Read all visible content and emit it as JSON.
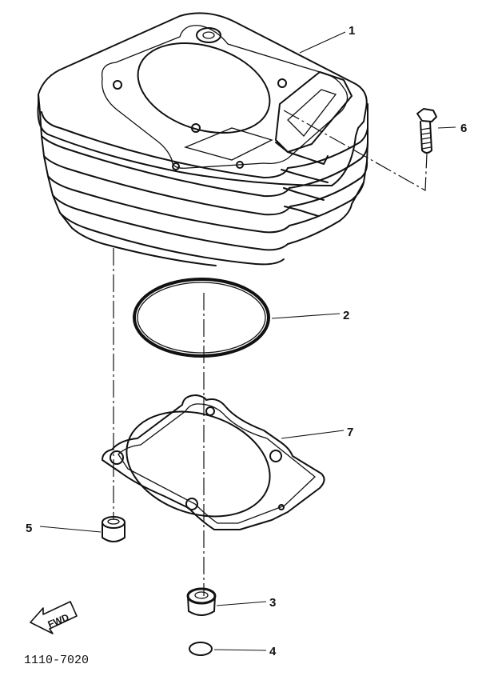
{
  "callouts": {
    "p1": "1",
    "p2": "2",
    "p3": "3",
    "p4": "4",
    "p5": "5",
    "p6": "6",
    "p7": "7"
  },
  "fwd_label": "FWD",
  "diagram_code": "1110-7020"
}
